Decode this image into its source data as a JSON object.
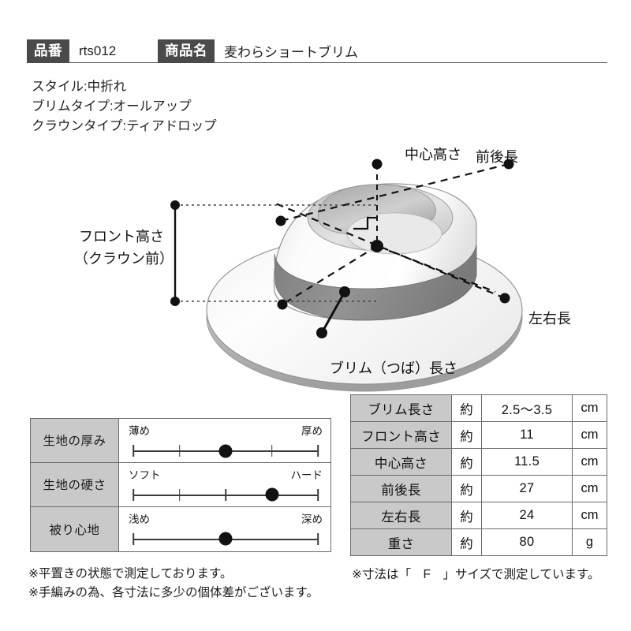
{
  "header": {
    "code_label": "品番",
    "code_value": "rts012",
    "name_label": "商品名",
    "name_value": "麦わらショートブリム"
  },
  "attributes": [
    "スタイル:中折れ",
    "ブリムタイプ:オールアップ",
    "クラウンタイプ:ティアドロップ"
  ],
  "diagram": {
    "labels": {
      "center_height": "中心高さ",
      "front_back_length": "前後長",
      "front_height": "フロント高さ",
      "front_height_sub": "（クラウン前）",
      "left_right_length": "左右長",
      "brim_length": "ブリム（つば）長さ"
    }
  },
  "sliders": {
    "rows": [
      {
        "label": "生地の厚み",
        "left_end": "薄め",
        "right_end": "厚め",
        "ticks": 5,
        "value_index": 2,
        "visible_ticks": [
          0,
          1,
          3,
          4
        ]
      },
      {
        "label": "生地の硬さ",
        "left_end": "ソフト",
        "right_end": "ハード",
        "ticks": 5,
        "value_index": 3,
        "visible_ticks": [
          0,
          1,
          2,
          4
        ]
      },
      {
        "label": "被り心地",
        "left_end": "浅め",
        "right_end": "深め",
        "ticks": 5,
        "value_index": 2,
        "visible_ticks": [
          0,
          4
        ]
      }
    ]
  },
  "spec_table": {
    "rows": [
      {
        "name": "ブリム長さ",
        "approx": "約",
        "value": "2.5〜3.5",
        "unit": "cm"
      },
      {
        "name": "フロント高さ",
        "approx": "約",
        "value": "11",
        "unit": "cm"
      },
      {
        "name": "中心高さ",
        "approx": "約",
        "value": "11.5",
        "unit": "cm"
      },
      {
        "name": "前後長",
        "approx": "約",
        "value": "27",
        "unit": "cm"
      },
      {
        "name": "左右長",
        "approx": "約",
        "value": "24",
        "unit": "cm"
      },
      {
        "name": "重さ",
        "approx": "約",
        "value": "80",
        "unit": "g"
      }
    ]
  },
  "notes": {
    "left": [
      "※平置きの状態で測定しております。",
      "※手編みの為、各寸法に多少の個体差がございます。"
    ],
    "right": "※寸法は「　F　」サイズで測定しています。"
  },
  "colors": {
    "tab_bg": "#4a4a4a",
    "cell_header_bg": "#c9c9c9",
    "border": "#6b6b6b",
    "dot": "#111111",
    "band": "#8c8c8c"
  }
}
